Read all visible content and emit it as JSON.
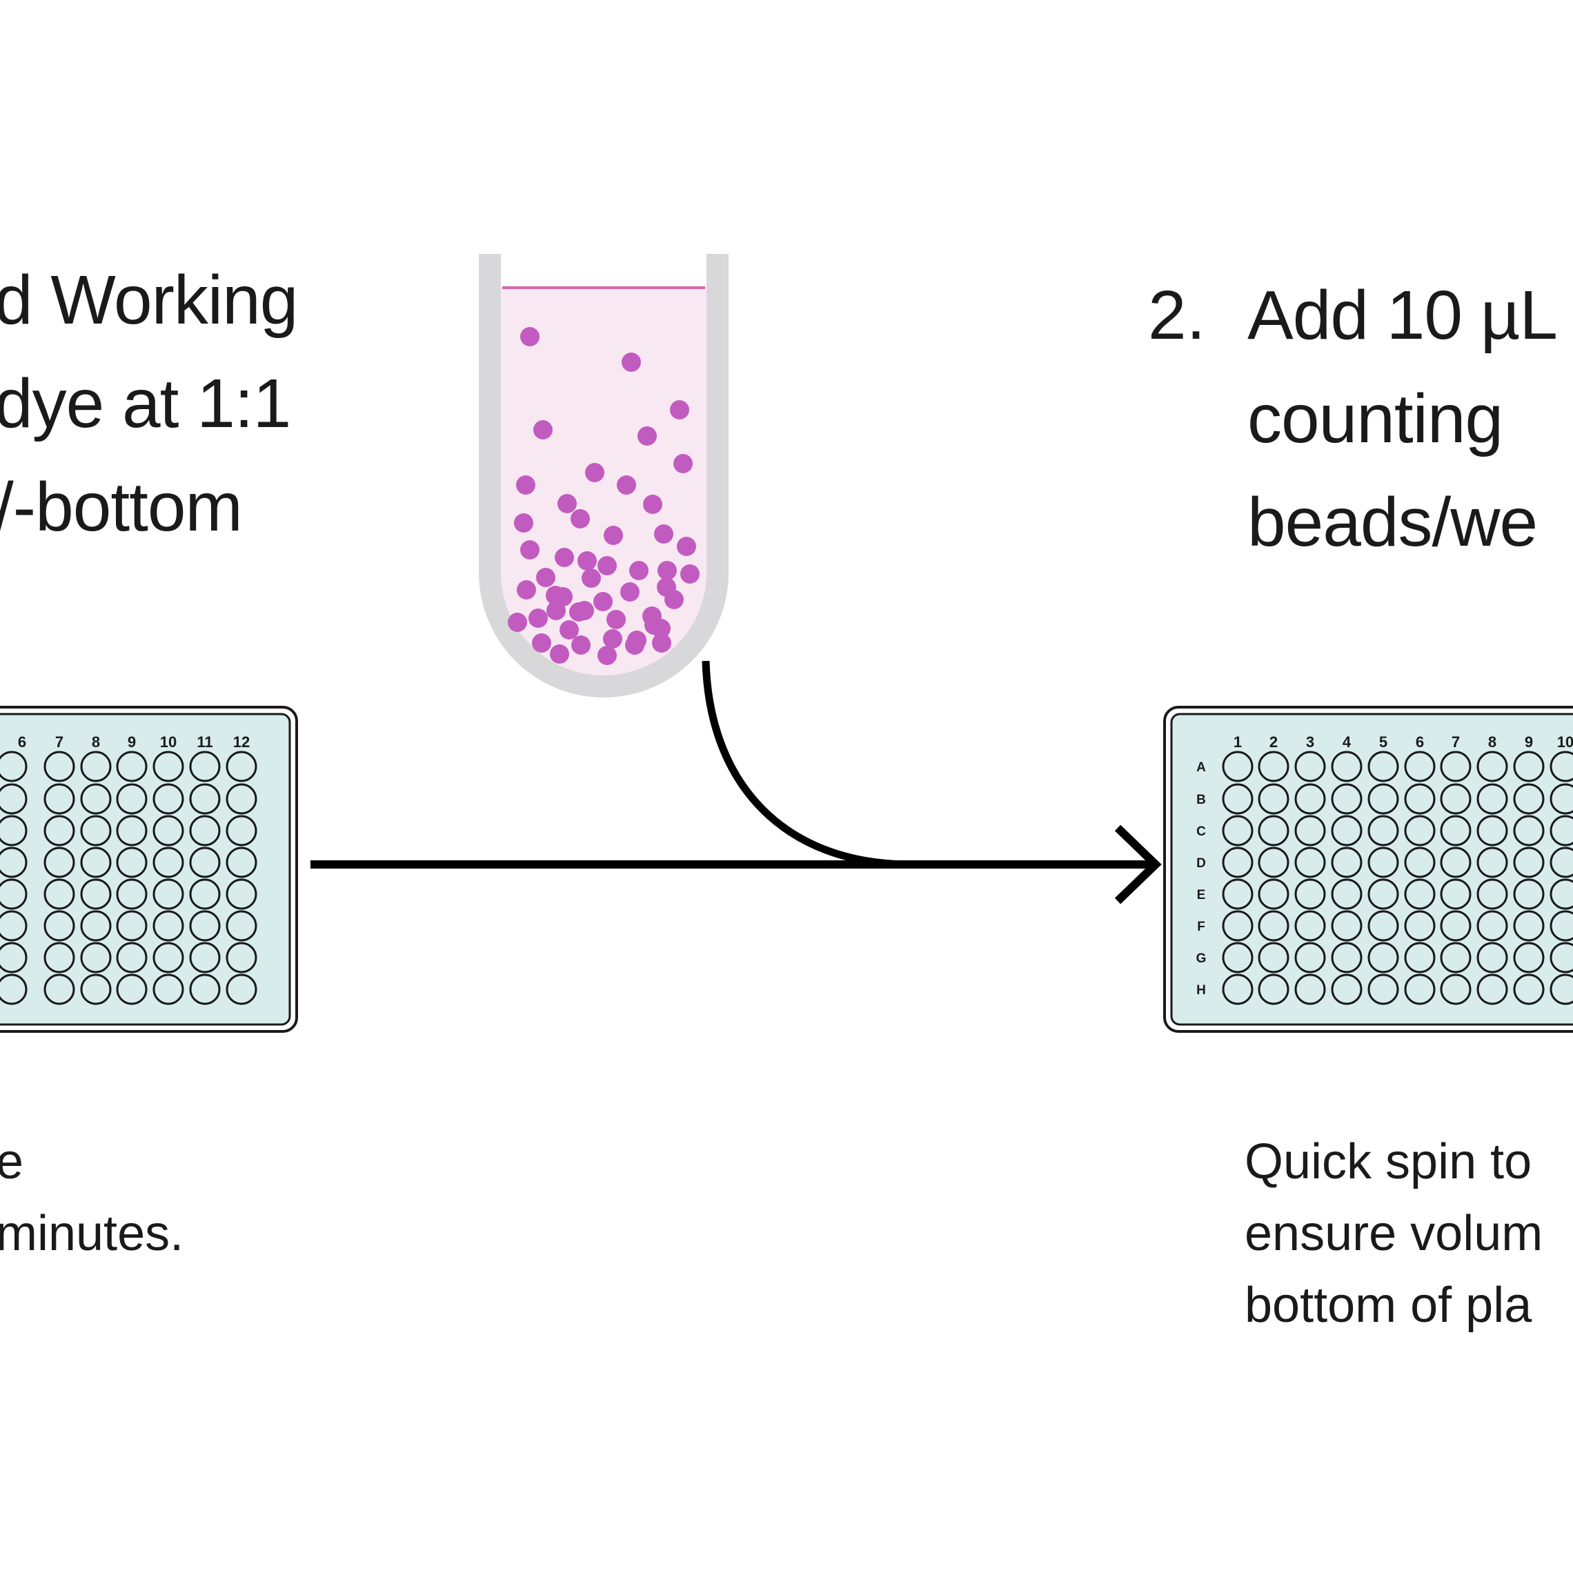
{
  "step1": {
    "lines": [
      "d Working",
      "dye at 1:1",
      "/-bottom"
    ]
  },
  "step1_note": {
    "lines": [
      "e",
      "minutes."
    ]
  },
  "step2": {
    "number": "2.",
    "lines": [
      "Add 10 µL",
      "counting",
      "beads/we"
    ]
  },
  "step2_note": {
    "lines": [
      "Quick spin to",
      "ensure volum",
      "bottom of pla"
    ]
  },
  "left_plate": {
    "column_labels": [
      "6",
      "7",
      "8",
      "9",
      "10",
      "11",
      "12"
    ]
  },
  "right_plate": {
    "column_labels": [
      "1",
      "2",
      "3",
      "4",
      "5",
      "6",
      "7",
      "8",
      "9",
      "10"
    ],
    "row_labels": [
      "A",
      "B",
      "C",
      "D",
      "E",
      "F",
      "G",
      "H"
    ]
  },
  "colors": {
    "plate_fill": "#d8ecec",
    "plate_border": "#1a1a1a",
    "tube_wall": "#d8d8da",
    "tube_liquid": "#f8e8f2",
    "meniscus": "#d36aa8",
    "bead": "#c25bbf",
    "arrow": "#000000"
  }
}
